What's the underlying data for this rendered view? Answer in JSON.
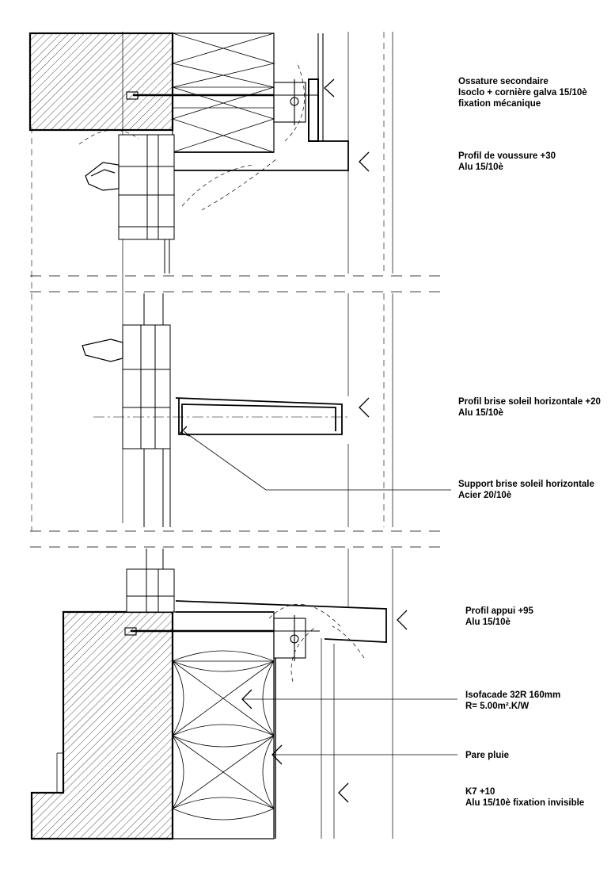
{
  "labels": [
    {
      "id": "ossature",
      "lines": [
        "Ossature secondaire",
        "Isoclo + cornière galva 15/10è",
        "fixation mécanique"
      ]
    },
    {
      "id": "voussure",
      "lines": [
        "Profil de voussure +30",
        "Alu 15/10è"
      ]
    },
    {
      "id": "brise-soleil",
      "lines": [
        "Profil brise soleil horizontale +20",
        "Alu 15/10è"
      ]
    },
    {
      "id": "support",
      "lines": [
        "Support brise soleil horizontale",
        "Acier 20/10è"
      ]
    },
    {
      "id": "appui",
      "lines": [
        "Profil appui +95",
        "Alu 15/10è"
      ]
    },
    {
      "id": "isofacade",
      "lines": [
        "Isofacade 32R 160mm",
        "R= 5.00m².K/W"
      ]
    },
    {
      "id": "pare-pluie",
      "lines": [
        "Pare pluie"
      ]
    },
    {
      "id": "k7",
      "lines": [
        "K7 +10",
        "Alu 15/10è fixation invisible"
      ]
    }
  ]
}
